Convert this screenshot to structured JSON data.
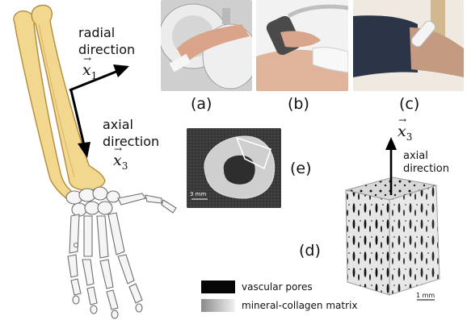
{
  "arm": {
    "radial_label": "radial\ndirection",
    "radial_vector": "x",
    "radial_sub": "1",
    "axial_label": "axial\ndirection",
    "axial_vector": "x",
    "axial_sub": "3"
  },
  "panels": {
    "a": "(a)",
    "b": "(b)",
    "c": "(c)",
    "d": "(d)",
    "e": "(e)"
  },
  "ct_slice": {
    "scale_bar": "3 mm"
  },
  "cube": {
    "axis_vector": "x",
    "axis_sub": "3",
    "axis_label": "axial\ndirection",
    "scale_bar": "1 mm"
  },
  "legend": {
    "pores": "vascular pores",
    "matrix": "mineral-collagen matrix"
  },
  "colors": {
    "bone": "#f2d88e",
    "bone_outline": "#b58a3a",
    "hand_bone": "#f4f4f4",
    "arrow": "#000000"
  }
}
